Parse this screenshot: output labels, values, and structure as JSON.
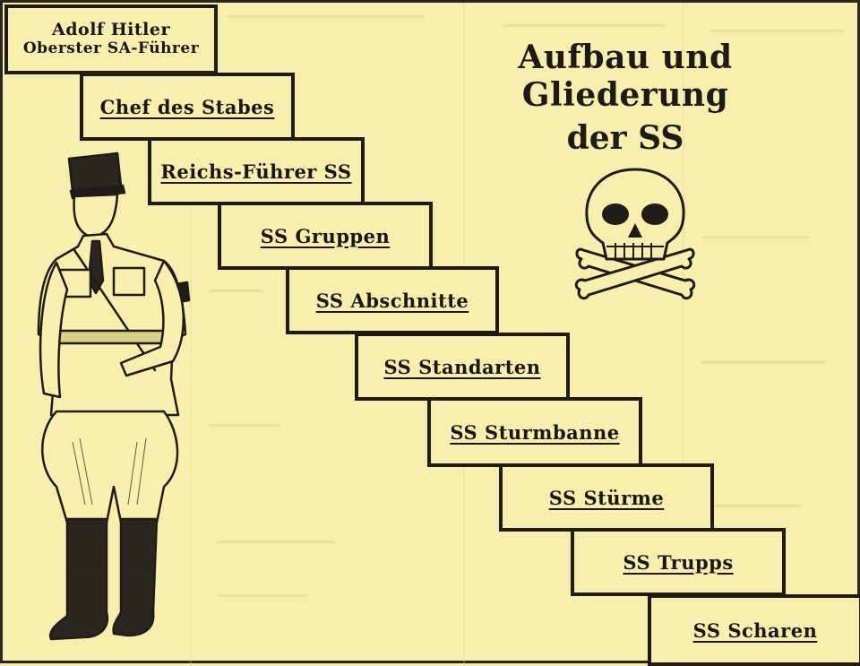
{
  "title": {
    "line1": "Aufbau und Gliederung",
    "line2": "der SS"
  },
  "hierarchy": [
    {
      "line1": "Adolf Hitler",
      "line2": "Oberster SA-Führer"
    },
    {
      "label": "Chef des Stabes"
    },
    {
      "label": "Reichs-Führer SS"
    },
    {
      "label": "SS Gruppen"
    },
    {
      "label": "SS Abschnitte"
    },
    {
      "label": "SS Standarten"
    },
    {
      "label": "SS Sturmbanne"
    },
    {
      "label": "SS Stürme"
    },
    {
      "label": "SS Trupps"
    },
    {
      "label": "SS Scharen"
    }
  ],
  "colors": {
    "paper": "#f8efaf",
    "ink": "#1f1b16"
  },
  "illustrations": [
    "uniformed-figure",
    "skull-and-crossbones-icon"
  ]
}
